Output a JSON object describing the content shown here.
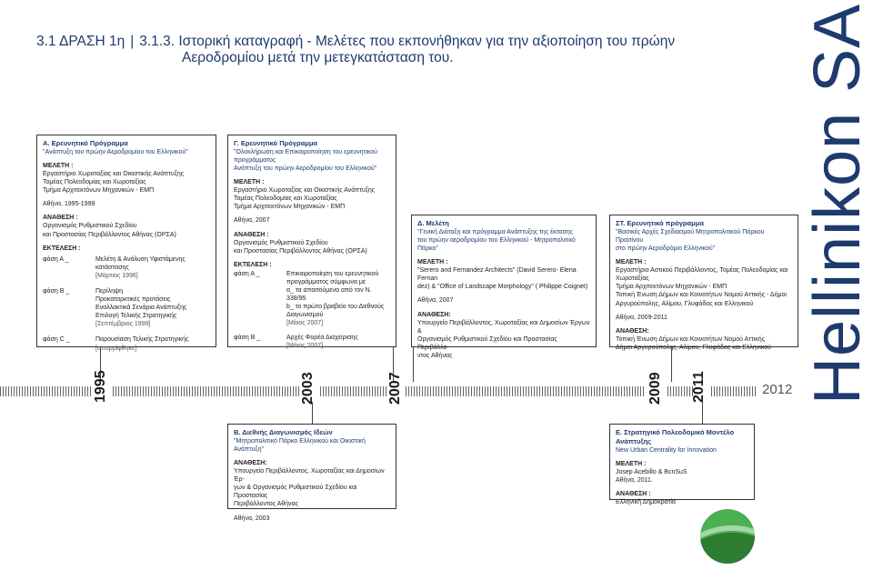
{
  "header": {
    "title_line1": "3.1 ΔΡΑΣΗ 1η",
    "title_sep": "|",
    "title_line1b": "3.1.3. Ιστορική καταγραφή - Μελέτες που εκπονήθηκαν για την αξιοποίηση του πρώην",
    "title_line2": "Αεροδρομίου μετά την μετεγκατάσταση του."
  },
  "boxA": {
    "heading": "Α.  Ερευνητικό Πρόγραμμα",
    "quote": "\"Ανάπτυξη του πρώην Αεροδρομίου του Ελληνικού\"",
    "study_label": "ΜΕΛΕΤΗ :",
    "study_lines": [
      "Εργαστήριο Χωροταξίας και Οικιστικής Ανάπτυξης",
      "Τομέας Πολεοδομίας και Χωροταξίας",
      "Τμήμα Αρχιτεκτόνων Μηχανικών - ΕΜΠ"
    ],
    "place_date": "Αθήνα, 1995-1999",
    "assign_label": "ΑΝΑΘΕΣΗ :",
    "assign_lines": [
      "Οργανισμός Ρυθμιστικού Σχεδίου",
      "και Προστασίας Περιβάλλοντος Αθήνας (ΟΡΣΑ)"
    ],
    "exec_label": "ΕΚΤΕΛΕΣΗ :",
    "phaseA_label": "φάση Α   _",
    "phaseA_lines": [
      "Μελέτη & Ανάλυση Υφιστάμενης",
      "κατάστασης"
    ],
    "phaseA_date": "[Μάρτιος 1996]",
    "phaseB_label": "φάση Β   _",
    "phaseB_lines": [
      "Περίληψη",
      "Προκαταρκτικές προτάσεις",
      "Εναλλακτικά Σενάρια Ανάπτυξης",
      "Επιλογή Τελικής Στρατηγικής"
    ],
    "phaseB_date": "[Σεπτέμβριος 1999]",
    "phaseC_label": "φάση C   _",
    "phaseC_lines": [
      "Παρουσίαση Τελικής Στρατηγικής"
    ],
    "phaseC_date": "[απορρίφθηκε]"
  },
  "boxG": {
    "heading": "Γ.  Ερευνητικό Πρόγραμμα",
    "quote_lines": [
      "\"Ολοκλήρωση και Επικαιροποίηση του ερευνητικού",
      "προγράμματος",
      "Ανάπτυξη του πρώην Αεροδρομίου του Ελληνικού\""
    ],
    "study_label": "ΜΕΛΕΤΗ  :",
    "study_lines": [
      "Εργαστήριο Χωροταξίας και Οικιστικής Ανάπτυξης",
      "Τομέας Πολεοδομίας και Χωροταξίας",
      "Τμήμα Αρχιτεκτόνων Μηχανικών - ΕΜΠ"
    ],
    "place_date": "Αθήνα, 2007",
    "assign_label": "ΑΝΑΘΕΣΗ :",
    "assign_lines": [
      "Οργανισμός Ρυθμιστικού Σχεδίου",
      "και Προστασίας Περιβάλλοντος Αθήνας (ΟΡΣΑ)"
    ],
    "exec_label": "ΕΚΤΕΛΕΣΗ :",
    "phaseA_label": "φάση Α   _",
    "phaseA_lines": [
      "Επικαιροποίηση του ερευνητικού",
      "προγράμματος σύμφωνα με",
      "α_  τα απαιτούμενα από τον Ν. 338/95",
      "b_  το πρώτο βραβείο του Διεθνούς",
      "Διαγωνισμού"
    ],
    "phaseA_date": "[Μάιος 2007]",
    "phaseB_label": "φάση Β   _",
    "phaseB_lines": [
      "Αρχές Φορέα Διαχείρισης"
    ],
    "phaseB_date": "[Μάιος 2007]"
  },
  "boxD": {
    "heading": "Δ.  Μελέτη",
    "quote_lines": [
      "\"Γενική Διάταξη και πρόγραμμα Ανάπτυξης της έκτασης",
      "του πρώην αεροδρομίου του Ελληνικού - Μητροπολιτικό",
      "Πάρκο\""
    ],
    "study_label": "ΜΕΛΕΤΗ :",
    "study_lines": [
      "\"Serero and Fernandez Architects\" (David Serero- Elena Fernan",
      "dez) & \"Office of Landscape Morphology\" ( Philippe Coignet)"
    ],
    "place_date": "Αθήνα, 2007",
    "assign_label": "ΑΝΑΘΕΣΗ:",
    "assign_lines": [
      "Υπουργείο Περιβάλλοντος, Χωροταξίας και Δημοσίων Έργων &",
      "Οργανισμός Ρυθμιστικού Σχεδίου και Προστασίας Περιβάλλο-",
      "ντος Αθήνας"
    ]
  },
  "boxST": {
    "heading": "ΣΤ.  Ερευνητικό πρόγραμμα",
    "quote_lines": [
      "\"Βασικές Αρχές Σχεδιασμού Μητροπολιτικού Πάρκου Πρασίνου",
      "στο πρώην Αεροδρόμιο Ελληνικού\""
    ],
    "study_label": "ΜΕΛΕΤΗ :",
    "study_lines": [
      "Εργαστήριο Αστικού Περιβάλλοντος, Τομέας Πολεοδομίας και",
      "Χωροταξίας",
      "Τμήμα Αρχιτεκτόνων Μηχανικών - ΕΜΠ",
      "Τοπική Ένωση Δήμων και Κοινοτήτων Νομού Αττικής - Δήμοι",
      "Αργυρούπολης, Αλίμου, Γλυφάδας και Ελληνικού"
    ],
    "place_date": "Αθήνα,  2009-2011",
    "assign_label": "ΑΝΑΘΕΣΗ:",
    "assign_lines": [
      "Τοπική Ένωση Δήμων και Κοινοτήτων Νομού Αττικής",
      "Δήμοι Αργυρούπολης, Αλίμου, Γλυφάδας και Ελληνικού"
    ]
  },
  "boxB": {
    "heading": "Β.  Διεθνής Διαγωνισμός Ιδεών",
    "quote_lines": [
      "\"Μητροπολιτικό   Πάρκο   Ελληνικού   και    Οικιστική",
      "Ανάπτυξη\""
    ],
    "study_label": "ΑΝΑΘΕΣΗ:",
    "study_lines": [
      "Υπουργείο Περιβάλλοντος, Χωροταξίας και Δημοσίων Έρ-",
      "γων & Οργανισμός Ρυθμιστικού Σχεδίου και Προστασίας",
      "Περιβάλλοντος Αθήνας"
    ],
    "place_date": "Αθήνα, 2003"
  },
  "boxE": {
    "heading": "Ε.  Στρατηγικό Πολεοδομικό Μοντέλο Ανάπτυξης",
    "subtitle": "New Urban Centrality for Innovation",
    "study_label": "ΜΕΛΕΤΗ :",
    "study_lines": [
      "Josep Acebillo & BcnSuS",
      "Αθήνα, 2011."
    ],
    "assign_label": "ΑΝΑΘΕΣΗ :",
    "assign_lines": [
      "Ελληνική Δημοκρατία"
    ]
  },
  "timeline": {
    "years": [
      "1995",
      "2003",
      "2007",
      "2009",
      "2011"
    ],
    "end_year": "2012"
  },
  "brand": "Hellinikon SA",
  "colors": {
    "accent": "#1e3a6e",
    "text": "#1a1a1a",
    "ticks": "#666666",
    "logo_green": "#4caf50"
  }
}
